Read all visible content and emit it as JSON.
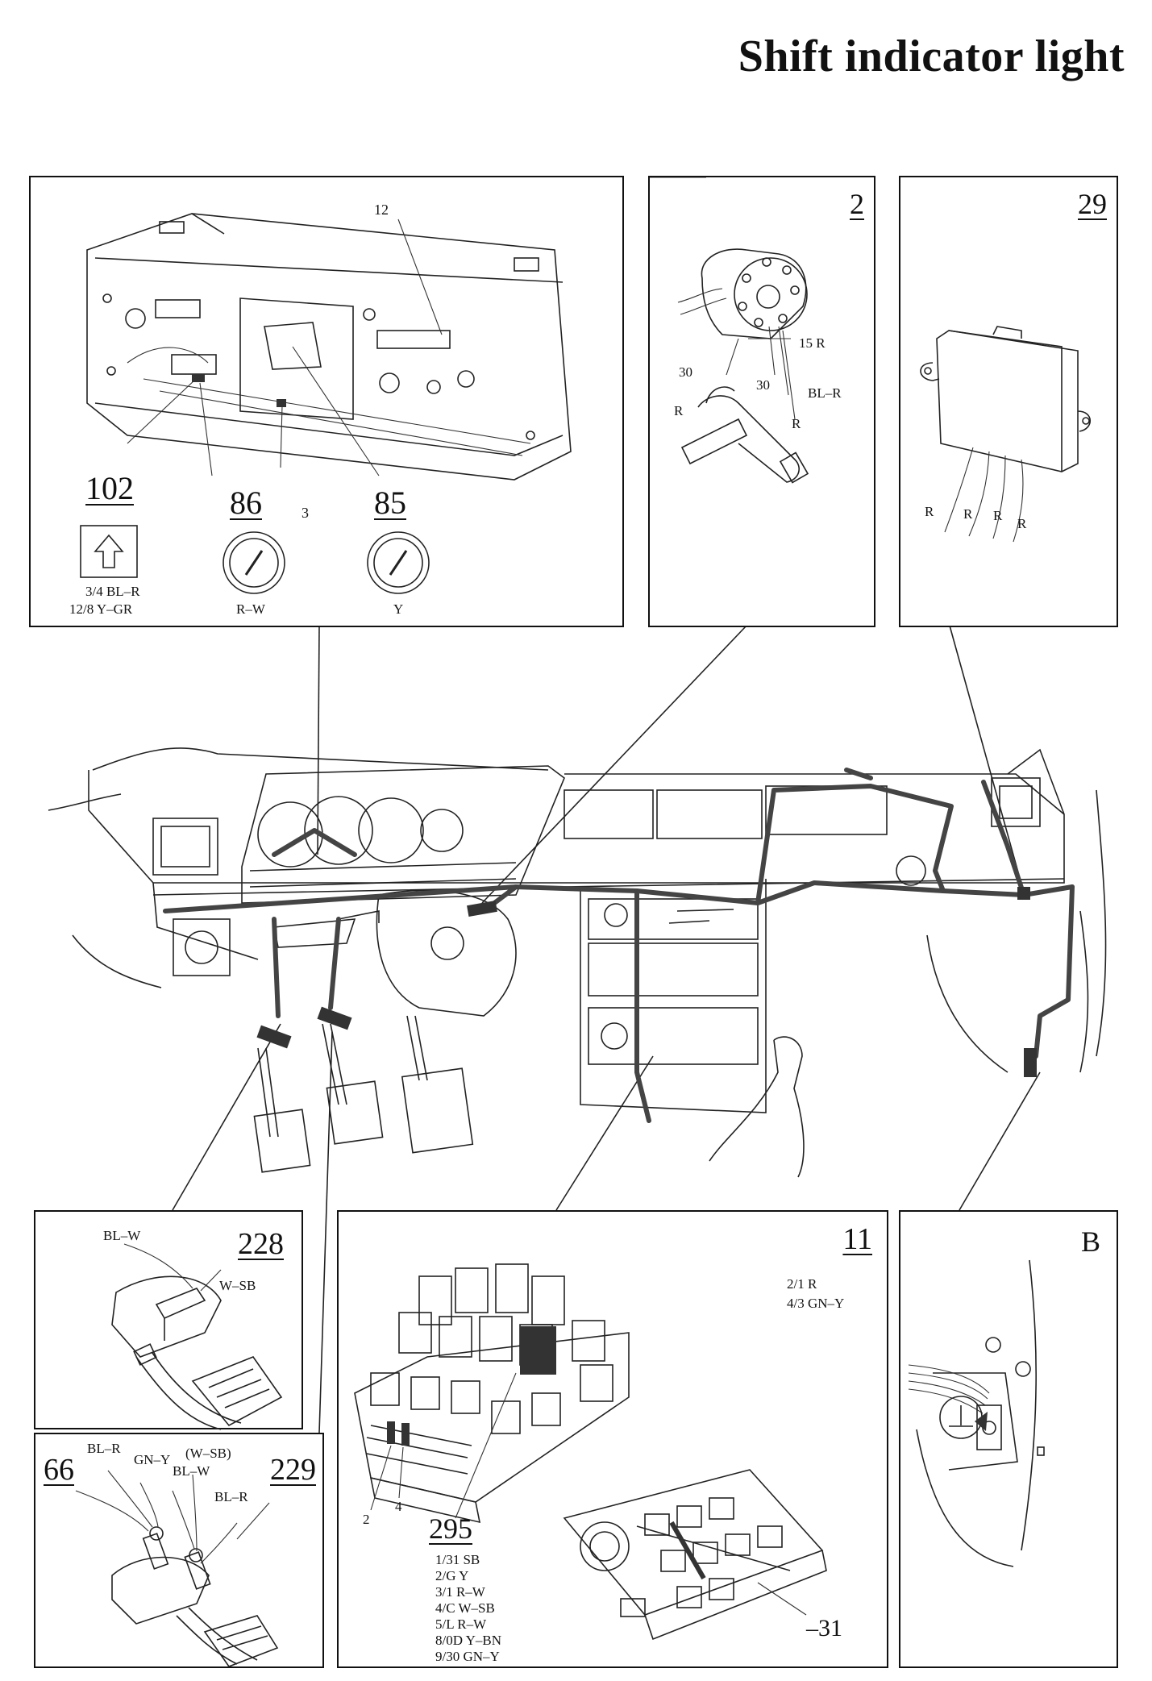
{
  "title": "Shift indicator light",
  "panels": {
    "instrument": {
      "callout_12": "12",
      "callout_3": "3",
      "component_102": "102",
      "component_86": "86",
      "component_85": "85",
      "wire_102_a": "3/4 BL–R",
      "wire_102_b": "12/8 Y–GR",
      "wire_86": "R–W",
      "wire_85": "Y"
    },
    "ignition": {
      "number": "2",
      "pin_30_left": "30",
      "pin_30_right": "30",
      "pin_15": "15 R",
      "wire_r_left": "R",
      "wire_bl_r": "BL–R",
      "wire_r_right": "R"
    },
    "control_unit": {
      "number": "29",
      "wires": [
        "R",
        "R",
        "R",
        "R"
      ]
    },
    "switch_228": {
      "number": "228",
      "wire_a": "BL–W",
      "wire_b": "W–SB"
    },
    "switch_66_229": {
      "number_66": "66",
      "number_229": "229",
      "wire_bl_r_left": "BL–R",
      "wire_gn_y": "GN–Y",
      "wire_w_sb": "(W–SB)",
      "wire_bl_w": "BL–W",
      "wire_bl_r_right": "BL–R"
    },
    "fuse_box": {
      "number": "11",
      "wire_a": "2/1 R",
      "wire_b": "4/3 GN–Y",
      "callout_2": "2",
      "callout_4": "4",
      "component_295": "295",
      "connections_295": [
        "1/31 SB",
        "2/G Y",
        "3/1 R–W",
        "4/C W–SB",
        "5/L R–W",
        "8/0D Y–BN",
        "9/30 GN–Y"
      ],
      "ground_31": "–31"
    },
    "ground": {
      "letter": "B"
    }
  }
}
